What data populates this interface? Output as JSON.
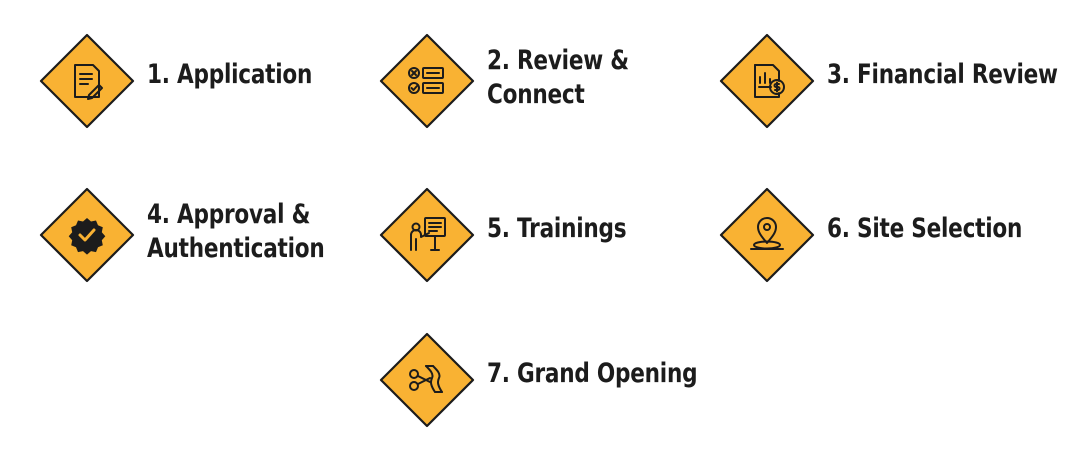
{
  "colors": {
    "diamond_fill": "#F9B233",
    "diamond_border": "#1c1c1c",
    "text": "#1c1c1c"
  },
  "steps": [
    {
      "lines": [
        "1. Application"
      ],
      "icon": "document-pen-icon"
    },
    {
      "lines": [
        "2. Review &",
        "Connect"
      ],
      "icon": "checklist-icon"
    },
    {
      "lines": [
        "3. Financial Review"
      ],
      "icon": "financial-report-icon"
    },
    {
      "lines": [
        "4. Approval &",
        "Authentication"
      ],
      "icon": "verified-badge-icon"
    },
    {
      "lines": [
        "5. Trainings"
      ],
      "icon": "presentation-board-icon"
    },
    {
      "lines": [
        "6. Site Selection"
      ],
      "icon": "location-pin-icon"
    },
    {
      "lines": [
        "7. Grand Opening"
      ],
      "icon": "ribbon-cutting-scissors-icon"
    }
  ]
}
